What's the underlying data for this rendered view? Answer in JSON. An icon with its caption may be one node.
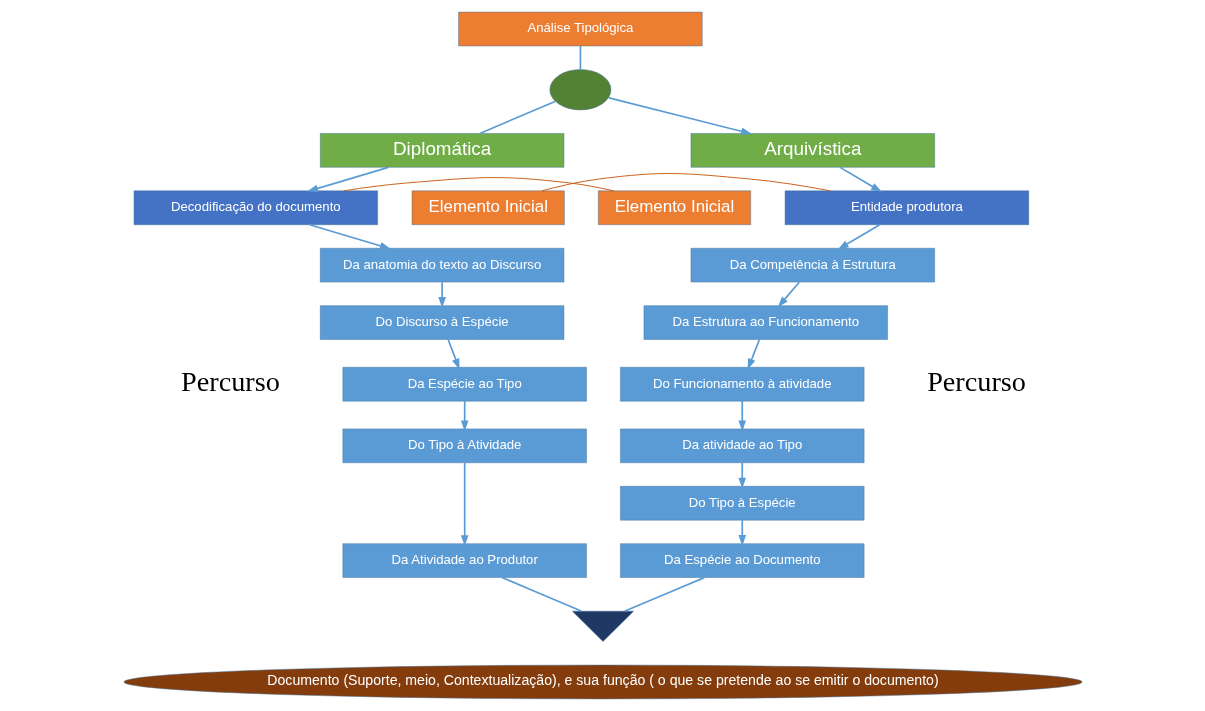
{
  "diagram": {
    "nodes": [
      {
        "text": [
          "Análise Tipológica"
        ]
      },
      {
        "text": [],
        "shape": "ellipse"
      },
      {
        "text": [
          "Diplomática"
        ]
      },
      {
        "text": [
          "Arquivística"
        ]
      },
      {
        "text": [
          "Elemento Inicial"
        ]
      },
      {
        "text": [
          "Decodificação do documento"
        ]
      },
      {
        "text": [
          "Da anatomia do texto ao Discurso"
        ]
      },
      {
        "text": [
          "Do Discurso à Espécie"
        ]
      },
      {
        "text": [
          "Da Espécie ao Tipo"
        ]
      },
      {
        "text": [
          "Do Tipo à Atividade"
        ]
      },
      {
        "text": [
          "Da Atividade ao Produtor"
        ]
      },
      {
        "text": [
          "Elemento Inicial"
        ]
      },
      {
        "text": [
          "Entidade produtora"
        ]
      },
      {
        "text": [
          "Da Competência à Estrutura"
        ]
      },
      {
        "text": [
          "Da Estrutura ao Funcionamento"
        ]
      },
      {
        "text": [
          "Do Funcionamento à atividade"
        ]
      },
      {
        "text": [
          "Da atividade ao Tipo"
        ]
      },
      {
        "text": [
          "Do Tipo à Espécie"
        ]
      },
      {
        "text": [
          "Da Espécie ao Documento"
        ]
      },
      {
        "text": [],
        "shape": "triangle"
      },
      {
        "text": [
          "Documento (Suporte, meio, Contextualização), e sua função ( o que se pretende ao se emitir o documento)"
        ]
      }
    ],
    "edges": [
      {
        "from": 0,
        "to": 1,
        "arrow": "none"
      },
      {
        "from": 1,
        "to": 2,
        "arrow": "none"
      },
      {
        "from": 1,
        "to": 3,
        "arrow": "to"
      },
      {
        "from": 2,
        "to": 5,
        "arrow": "to"
      },
      {
        "from": 4,
        "to": 5,
        "arrow": "none",
        "color": "#c55a11"
      },
      {
        "from": 5,
        "to": 6,
        "arrow": "to"
      },
      {
        "from": 6,
        "to": 7,
        "arrow": "to"
      },
      {
        "from": 7,
        "to": 8,
        "arrow": "to"
      },
      {
        "from": 8,
        "to": 9,
        "arrow": "to"
      },
      {
        "from": 9,
        "to": 10,
        "arrow": "to"
      },
      {
        "from": 3,
        "to": 12,
        "arrow": "to"
      },
      {
        "from": 11,
        "to": 12,
        "arrow": "none",
        "color": "#c55a11"
      },
      {
        "from": 12,
        "to": 13,
        "arrow": "to"
      },
      {
        "from": 13,
        "to": 14,
        "arrow": "to"
      },
      {
        "from": 14,
        "to": 15,
        "arrow": "to"
      },
      {
        "from": 15,
        "to": 16,
        "arrow": "to"
      },
      {
        "from": 16,
        "to": 17,
        "arrow": "to"
      },
      {
        "from": 17,
        "to": 18,
        "arrow": "to"
      },
      {
        "from": 10,
        "to": 19,
        "arrow": "none"
      },
      {
        "from": 18,
        "to": 19,
        "arrow": "none"
      }
    ],
    "labels": [
      "Percurso",
      "Percurso"
    ]
  }
}
